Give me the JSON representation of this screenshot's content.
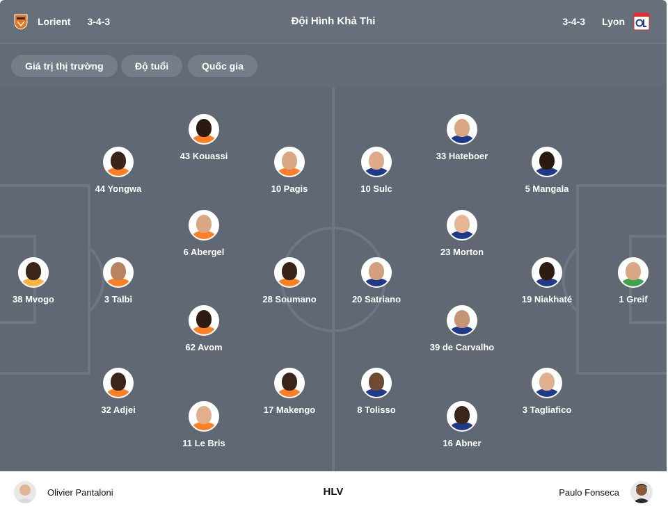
{
  "header": {
    "title": "Đội Hình Khả Thi",
    "home": {
      "name": "Lorient",
      "formation": "3-4-3",
      "crest_color": "#e8731a"
    },
    "away": {
      "name": "Lyon",
      "formation": "3-4-3",
      "crest_color": "#e62b2b"
    }
  },
  "filters": [
    {
      "label": "Giá trị thị trường"
    },
    {
      "label": "Độ tuổi"
    },
    {
      "label": "Quốc gia"
    }
  ],
  "players": [
    {
      "label": "38 Mvogo",
      "skin": "#3b2418",
      "shirt": "#ffb347"
    },
    {
      "label": "3 Talbi",
      "skin": "#b88360",
      "shirt": "#ff7f24"
    },
    {
      "label": "44 Yongwa",
      "skin": "#3a2418",
      "shirt": "#ff7f24"
    },
    {
      "label": "32 Adjei",
      "skin": "#3b2418",
      "shirt": "#ff7f24"
    },
    {
      "label": "43 Kouassi",
      "skin": "#2a1a12",
      "shirt": "#ff7f24"
    },
    {
      "label": "6 Abergel",
      "skin": "#d9a784",
      "shirt": "#ff7f24"
    },
    {
      "label": "62 Avom",
      "skin": "#2e1c13",
      "shirt": "#ff7f24"
    },
    {
      "label": "11 Le Bris",
      "skin": "#e0b08e",
      "shirt": "#ff7f24"
    },
    {
      "label": "10 Pagis",
      "skin": "#d9a784",
      "shirt": "#ff7f24"
    },
    {
      "label": "28 Soumano",
      "skin": "#3a2418",
      "shirt": "#ff7f24"
    },
    {
      "label": "17 Makengo",
      "skin": "#3b2418",
      "shirt": "#ff7f24"
    },
    {
      "label": "33 Hateboer",
      "skin": "#d9a784",
      "shirt": "#1f3a8a"
    },
    {
      "label": "10 Sulc",
      "skin": "#e0a987",
      "shirt": "#1f3a8a"
    },
    {
      "label": "20 Satriano",
      "skin": "#d2a07c",
      "shirt": "#1f3a8a"
    },
    {
      "label": "8 Tolisso",
      "skin": "#6e4a33",
      "shirt": "#1f3a8a"
    },
    {
      "label": "16 Abner",
      "skin": "#3b2418",
      "shirt": "#1f3a8a"
    },
    {
      "label": "23 Morton",
      "skin": "#e8b894",
      "shirt": "#1f3a8a"
    },
    {
      "label": "39 de Carvalho",
      "skin": "#c69472",
      "shirt": "#1f3a8a"
    },
    {
      "label": "5 Mangala",
      "skin": "#2a1a12",
      "shirt": "#1f3a8a"
    },
    {
      "label": "19 Niakhaté",
      "skin": "#2e1c13",
      "shirt": "#1f3a8a"
    },
    {
      "label": "3 Tagliafico",
      "skin": "#e0b08e",
      "shirt": "#1f3a8a"
    },
    {
      "label": "1 Greif",
      "skin": "#d9a784",
      "shirt": "#3fa34d"
    }
  ],
  "coaches": {
    "section_label": "HLV",
    "home": {
      "name": "Olivier Pantaloni"
    },
    "away": {
      "name": "Paulo Fonseca"
    }
  }
}
